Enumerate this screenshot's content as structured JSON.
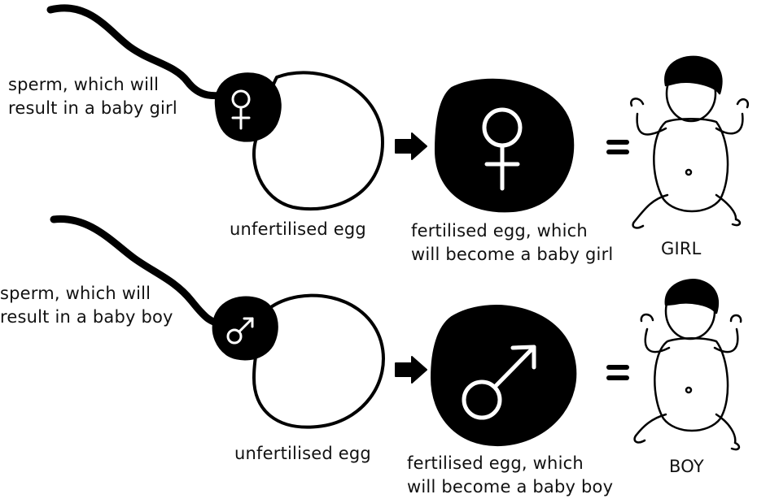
{
  "rows": [
    {
      "sperm_label": "sperm, which will\nresult in a baby girl",
      "egg_label": "unfertilised egg",
      "fertilised_label": "fertilised egg, which\nwill become a baby girl",
      "equals": "=",
      "baby_label": "GIRL",
      "symbol": "female-symbol"
    },
    {
      "sperm_label": "sperm, which will\nresult in a baby boy",
      "egg_label": "unfertilised egg",
      "fertilised_label": "fertilised egg, which\nwill become a baby boy",
      "equals": "=",
      "baby_label": "BOY",
      "symbol": "male-symbol"
    }
  ]
}
